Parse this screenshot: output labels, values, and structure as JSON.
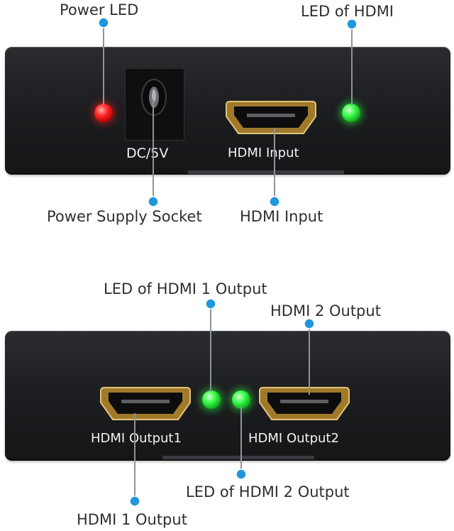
{
  "colors": {
    "callout_dot": "#1e97dc",
    "callout_line": "#8f9499",
    "device_body": "#1c1d20",
    "hdmi_gold": "#c9a24a",
    "led_power": "#ff2a2a",
    "led_hdmi": "#3cff4a"
  },
  "top_panel": {
    "callouts": {
      "power_led": "Power LED",
      "led_of_hdmi": "LED of HDMI",
      "power_supply_socket": "Power Supply Socket",
      "hdmi_input": "HDMI Input"
    },
    "device_labels": {
      "dc_5v": "DC/5V",
      "hdmi_input": "HDMI  Input"
    },
    "indicators": {
      "power_led": "red",
      "hdmi_led": "green"
    }
  },
  "bottom_panel": {
    "callouts": {
      "led_hdmi1_output": "LED of HDMI 1 Output",
      "hdmi2_output": "HDMI 2 Output",
      "led_hdmi2_output": "LED of HDMI 2 Output",
      "hdmi1_output": "HDMI 1 Output"
    },
    "device_labels": {
      "hdmi_output1": "HDMI  Output1",
      "hdmi_output2": "HDMI  Output2"
    },
    "indicators": {
      "hdmi1_led": "green",
      "hdmi2_led": "green"
    }
  }
}
